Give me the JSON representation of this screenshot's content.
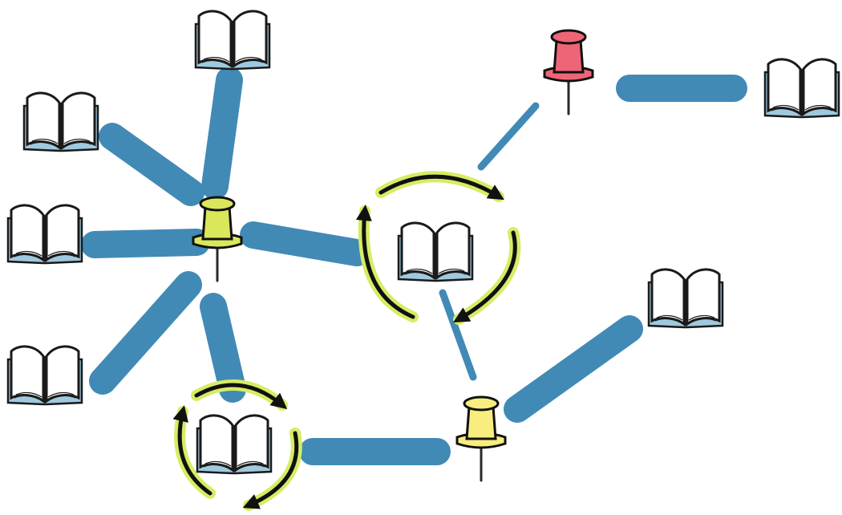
{
  "colors": {
    "edge": "#418ab6",
    "book_cover": "#9fc9de",
    "book_page": "#ffffff",
    "book_ink": "#1a1a1a",
    "pin_red": "#ee6577",
    "pin_lime": "#dbe75a",
    "pin_yellow": "#f7ee7f",
    "pin_needle": "#2a2a2a",
    "cycle_glow": "#d7ec63",
    "cycle_arrow": "#111111"
  },
  "nodes": {
    "books": [
      {
        "id": "book-top-left-hub"
      },
      {
        "id": "book-upper-left"
      },
      {
        "id": "book-middle-left"
      },
      {
        "id": "book-lower-left"
      },
      {
        "id": "book-center-cycle"
      },
      {
        "id": "book-bottom-cycle"
      },
      {
        "id": "book-far-right"
      },
      {
        "id": "book-right-middle"
      }
    ],
    "pins": [
      {
        "id": "pin-lime-hub",
        "color_key": "pin_lime"
      },
      {
        "id": "pin-red",
        "color_key": "pin_red"
      },
      {
        "id": "pin-yellow",
        "color_key": "pin_yellow"
      }
    ]
  },
  "edges": [
    {
      "from": "pin-lime-hub",
      "to": "book-top-left-hub",
      "weight": "thick"
    },
    {
      "from": "pin-lime-hub",
      "to": "book-upper-left",
      "weight": "thick"
    },
    {
      "from": "pin-lime-hub",
      "to": "book-middle-left",
      "weight": "thick"
    },
    {
      "from": "pin-lime-hub",
      "to": "book-lower-left",
      "weight": "thick"
    },
    {
      "from": "pin-lime-hub",
      "to": "book-bottom-cycle",
      "weight": "thick"
    },
    {
      "from": "pin-lime-hub",
      "to": "book-center-cycle",
      "weight": "thick"
    },
    {
      "from": "pin-red",
      "to": "book-far-right",
      "weight": "thick"
    },
    {
      "from": "pin-red",
      "to": "book-center-cycle",
      "weight": "thin"
    },
    {
      "from": "pin-yellow",
      "to": "book-center-cycle",
      "weight": "thin"
    },
    {
      "from": "pin-yellow",
      "to": "book-bottom-cycle",
      "weight": "thick"
    },
    {
      "from": "pin-yellow",
      "to": "book-right-middle",
      "weight": "thick"
    }
  ],
  "cycles": [
    {
      "around": "book-center-cycle",
      "direction": "clockwise"
    },
    {
      "around": "book-bottom-cycle",
      "direction": "clockwise"
    }
  ]
}
